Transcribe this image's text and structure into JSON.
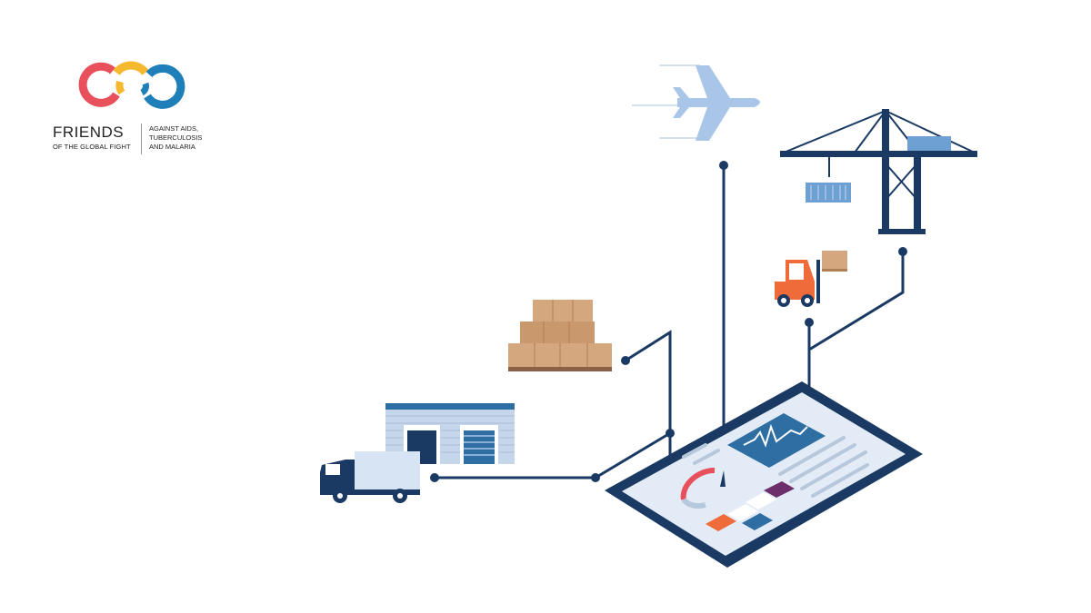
{
  "logo": {
    "name": "FRIENDS",
    "subline": "OF THE GLOBAL FIGHT",
    "tagline": [
      "AGAINST AIDS,",
      "TUBERCULOSIS",
      "AND MALARIA"
    ],
    "ring_colors": [
      "#e8505b",
      "#f5b82e",
      "#1f7fb8"
    ]
  },
  "illustration": {
    "items": [
      "airplane-icon",
      "port-crane-icon",
      "forklift-icon",
      "boxes-pallet-icon",
      "warehouse-icon",
      "delivery-truck-icon",
      "tablet-dashboard-icon"
    ],
    "colors": {
      "navy": "#1b3a63",
      "line": "#1b3a63",
      "light_blue": "#a9c6e8",
      "mid_blue": "#2f6ea3",
      "box": "#d4a77f",
      "orange": "#f06b3a",
      "red": "#e8505b",
      "purple": "#6d2f6b"
    }
  }
}
